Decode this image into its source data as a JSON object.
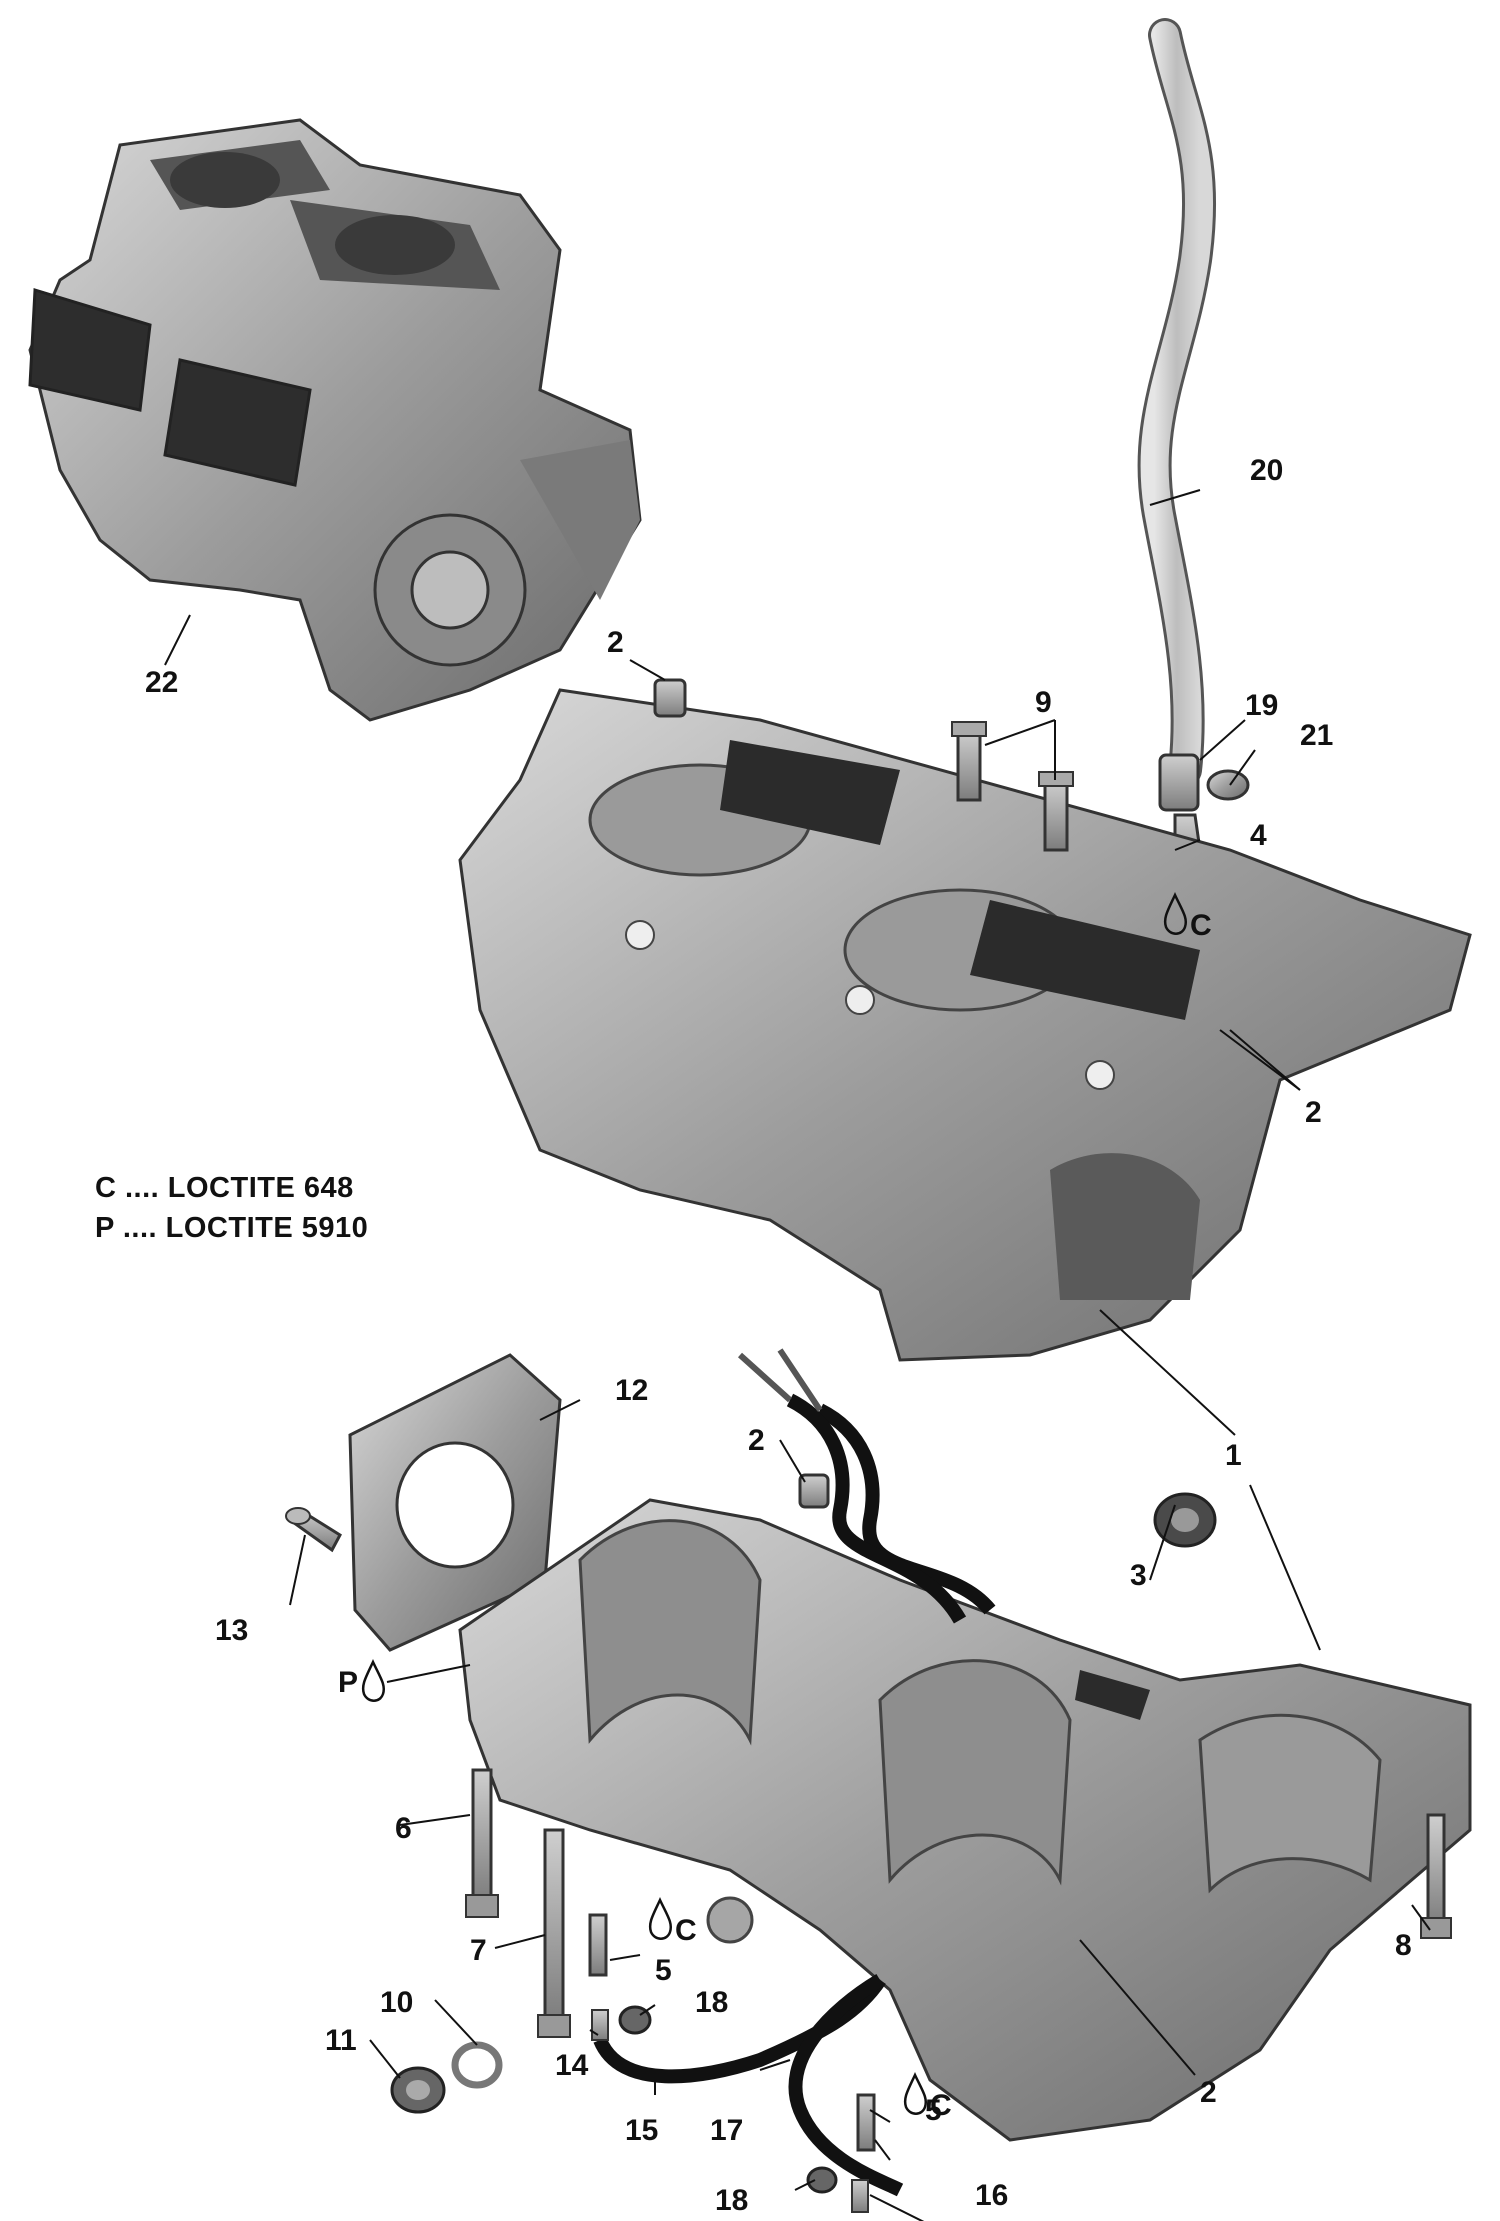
{
  "legend": [
    {
      "code": "C",
      "text": "C .... LOCTITE 648"
    },
    {
      "code": "P",
      "text": "P .... LOCTITE 5910"
    }
  ],
  "callouts": {
    "c1": "1",
    "c2a": "2",
    "c2b": "2",
    "c2c": "2",
    "c2d": "2",
    "c3": "3",
    "c4": "4",
    "c5a": "5",
    "c5b": "5",
    "c6": "6",
    "c7": "7",
    "c8": "8",
    "c9": "9",
    "c10": "10",
    "c11": "11",
    "c12": "12",
    "c13": "13",
    "c14": "14",
    "c15": "15",
    "c16": "16",
    "c17": "17",
    "c18a": "18",
    "c18b": "18",
    "c19": "19",
    "c20": "20",
    "c21": "21",
    "c22": "22"
  },
  "adhesive_marks": {
    "m1": "C",
    "m2": "C",
    "m3": "C",
    "m4": "P"
  }
}
